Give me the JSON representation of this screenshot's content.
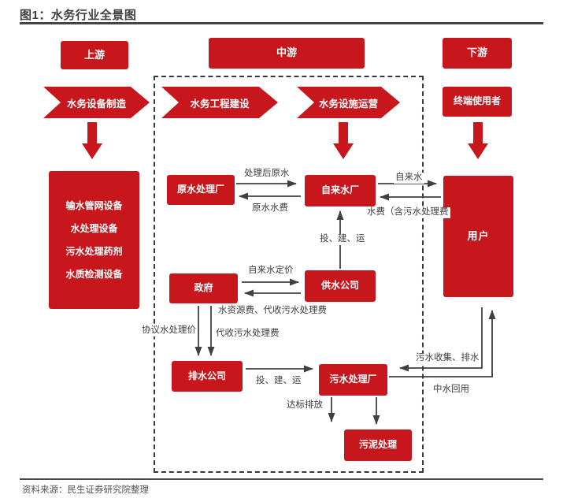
{
  "header": {
    "title": "图1：水务行业全景图"
  },
  "footer": {
    "source": "资料来源：民生证券研究院整理"
  },
  "colors": {
    "brand_red": "#c8161d",
    "connector": "#404040"
  },
  "stages": {
    "upstream": "上游",
    "midstream": "中游",
    "downstream": "下游"
  },
  "chevrons": {
    "equipment_manufacturing": "水务设备制造",
    "engineering_construction": "水务工程建设",
    "facility_operation": "水务设施运营"
  },
  "nodes": {
    "end_user": "终端使用者",
    "upstream_products": [
      "输水管网设备",
      "水处理设备",
      "污水处理药剂",
      "水质检测设备"
    ],
    "raw_water_plant": "原水处理厂",
    "tap_water_plant": "自来水厂",
    "government": "政府",
    "water_supply_co": "供水公司",
    "drainage_co": "排水公司",
    "sewage_plant": "污水处理厂",
    "sludge_treatment": "污泥处理",
    "user": "用户"
  },
  "edge_labels": {
    "treated_raw_water": "处理后原水",
    "raw_water_fee": "原水水费",
    "tap_water": "自来水",
    "water_fee_incl_sewage": "水费（含污水处理费",
    "invest_build_operate_top": "投、建、运",
    "tap_water_pricing": "自来水定价",
    "resource_and_collected_fee": "水资源费、代收污水处理费",
    "agreement_treatment_price": "协议水处理价",
    "collected_sewage_fee": "代收污水处理费",
    "invest_build_operate_bottom": "投、建、运",
    "sewage_collection_drainage": "污水收集、排水",
    "reclaimed_water_reuse": "中水回用",
    "standard_discharge": "达标排放"
  }
}
